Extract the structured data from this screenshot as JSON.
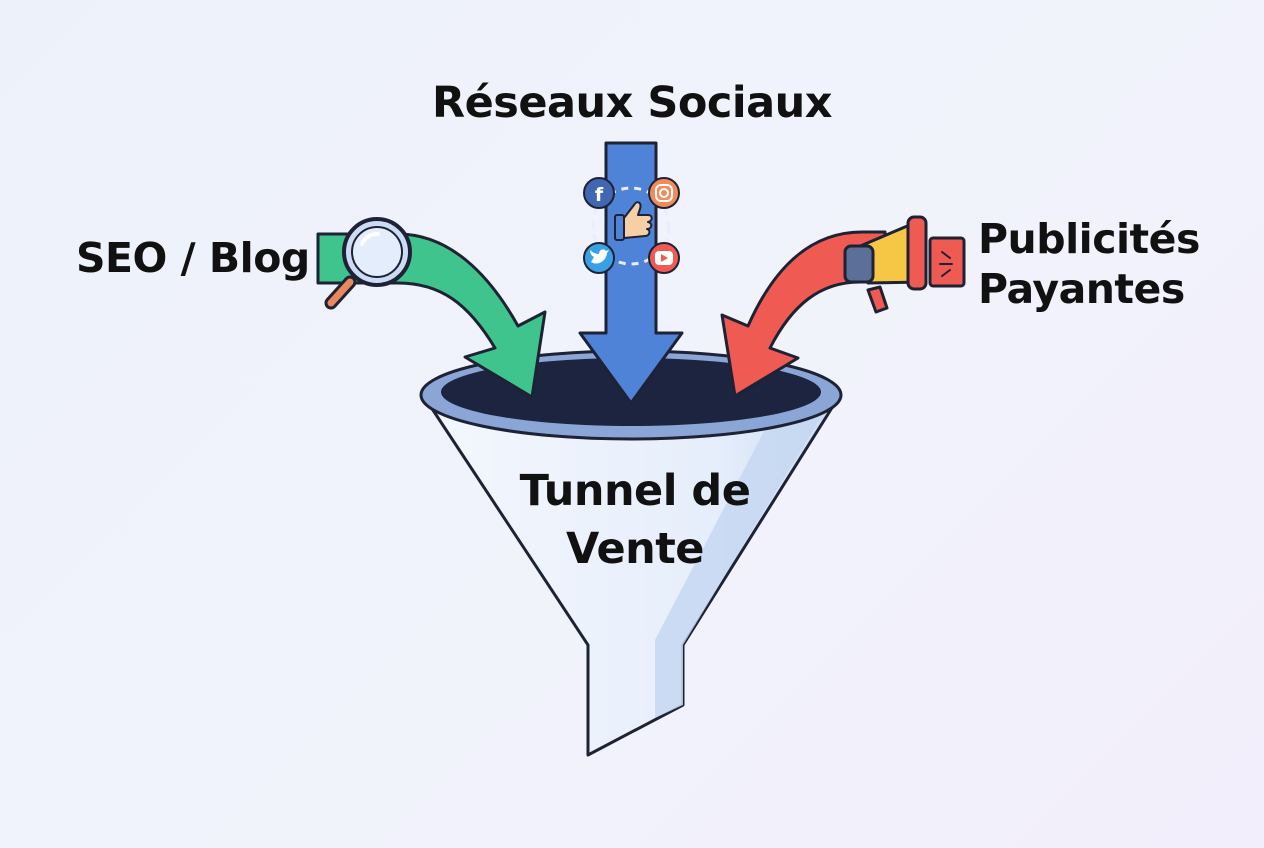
{
  "labels": {
    "social": "Réseaux Sociaux",
    "seo": "SEO / Blog",
    "ads_line1": "Publicités",
    "ads_line2": "Payantes",
    "funnel_line1": "Tunnel de",
    "funnel_line2": "Vente"
  },
  "colors": {
    "seo_arrow": "#3fc48e",
    "social_arrow": "#4f83d8",
    "ads_arrow": "#ef5a52",
    "funnel_body": "#e7effc",
    "funnel_rim": "#8aa5d6",
    "funnel_mouth": "#1c2440",
    "outline": "#1e2235"
  },
  "icons": [
    "magnifier-icon",
    "facebook-icon",
    "instagram-icon",
    "thumbs-up-icon",
    "twitter-icon",
    "youtube-icon",
    "megaphone-icon"
  ]
}
